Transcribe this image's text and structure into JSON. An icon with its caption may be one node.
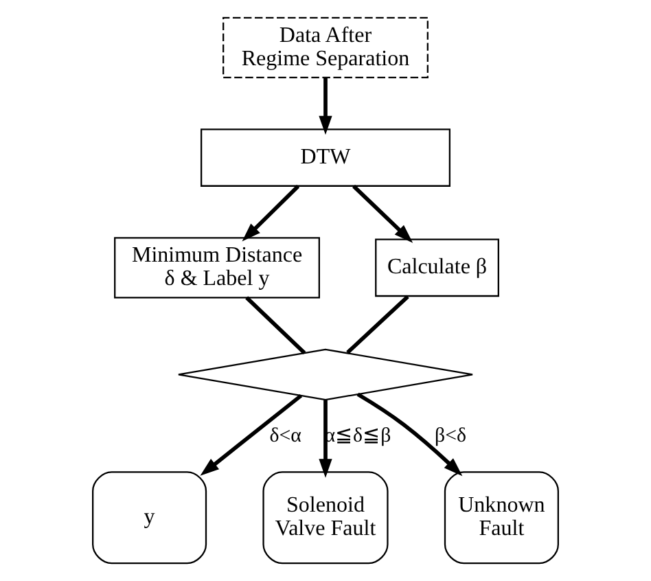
{
  "diagram": {
    "nodes": [
      {
        "text": [
          "Data After Regime Separation"
        ]
      },
      {
        "text": [
          "DTW"
        ]
      },
      {
        "text": [
          "Minimum Distance δ & Label y"
        ]
      },
      {
        "text": [
          "Calculate β"
        ]
      },
      {
        "text": [],
        "shape": "diamond"
      },
      {
        "text": [
          "y"
        ]
      },
      {
        "text": [
          "Solenoid Valve Fault"
        ]
      },
      {
        "text": [
          "Unknown Fault"
        ]
      }
    ],
    "edges": [
      {
        "from": 0,
        "to": 1,
        "arrow": "to"
      },
      {
        "from": 1,
        "to": 2,
        "arrow": "to"
      },
      {
        "from": 1,
        "to": 3,
        "arrow": "to"
      },
      {
        "from": 2,
        "to": 4,
        "arrow": "none"
      },
      {
        "from": 3,
        "to": 4,
        "arrow": "none"
      },
      {
        "from": 4,
        "to": 5,
        "arrow": "to",
        "label": "δ<α"
      },
      {
        "from": 4,
        "to": 6,
        "arrow": "to",
        "label": "α≦δ≦β"
      },
      {
        "from": 4,
        "to": 7,
        "arrow": "to",
        "label": "β<δ"
      }
    ]
  }
}
